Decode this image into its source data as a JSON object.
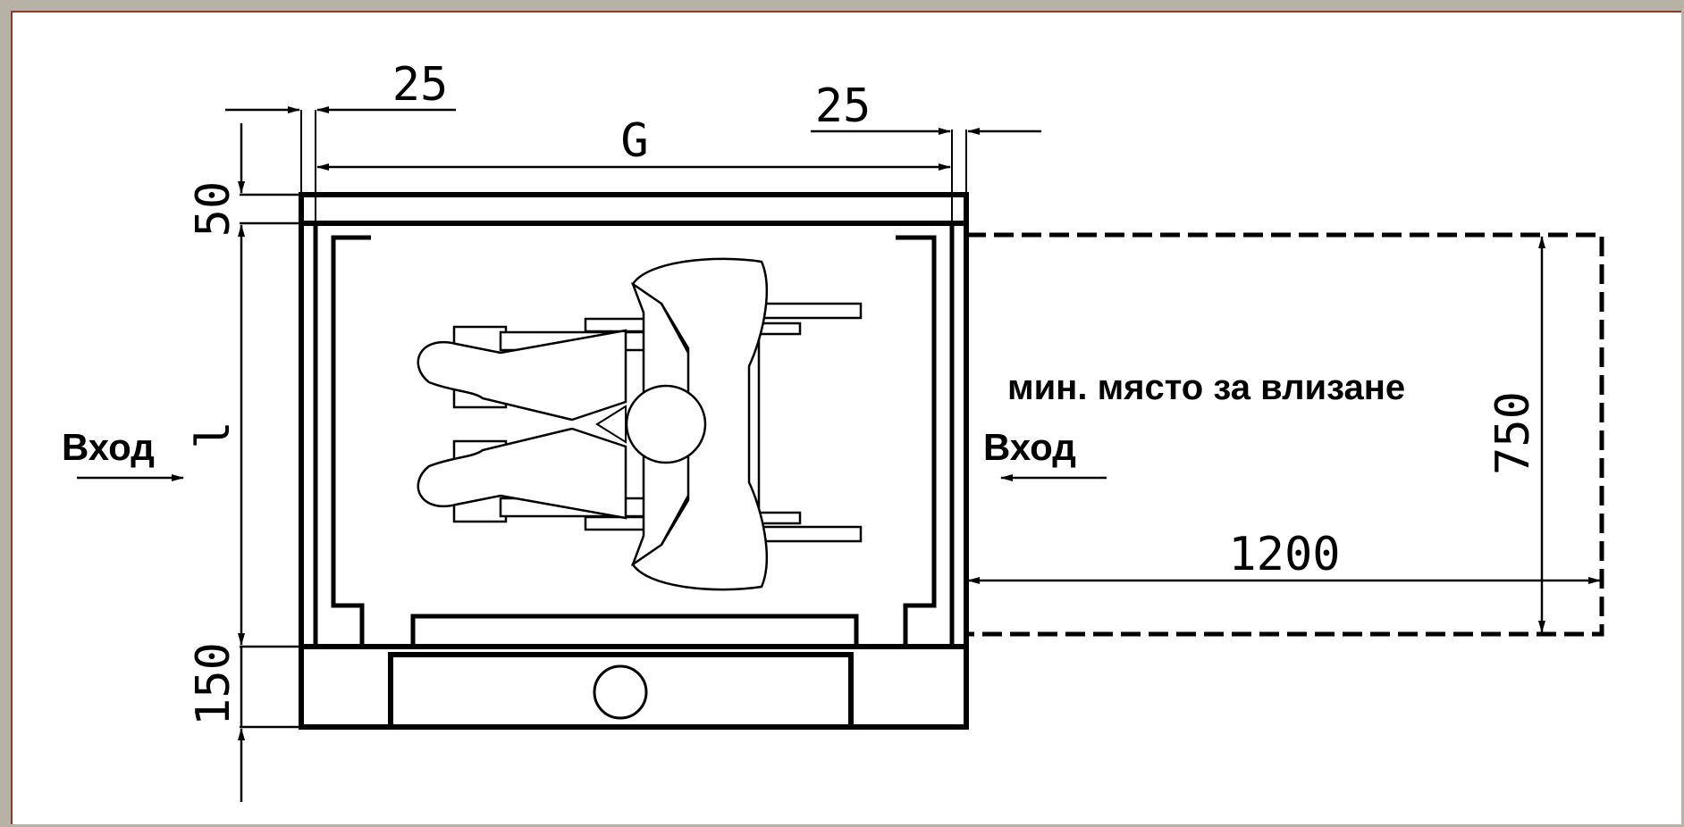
{
  "dimensions": {
    "top_left_gap": "25",
    "top_right_gap": "25",
    "width_label": "G",
    "top_wall": "50",
    "length_label": "l",
    "bottom_panel": "150",
    "approach_depth": "1200",
    "approach_width": "750"
  },
  "labels": {
    "entry_left": "Вход",
    "entry_right": "Вход",
    "min_space": "мин. място за влизане"
  },
  "colors": {
    "frame": "#b8b2a6",
    "frame_edge": "#8c3a2e",
    "ink": "#000000"
  }
}
